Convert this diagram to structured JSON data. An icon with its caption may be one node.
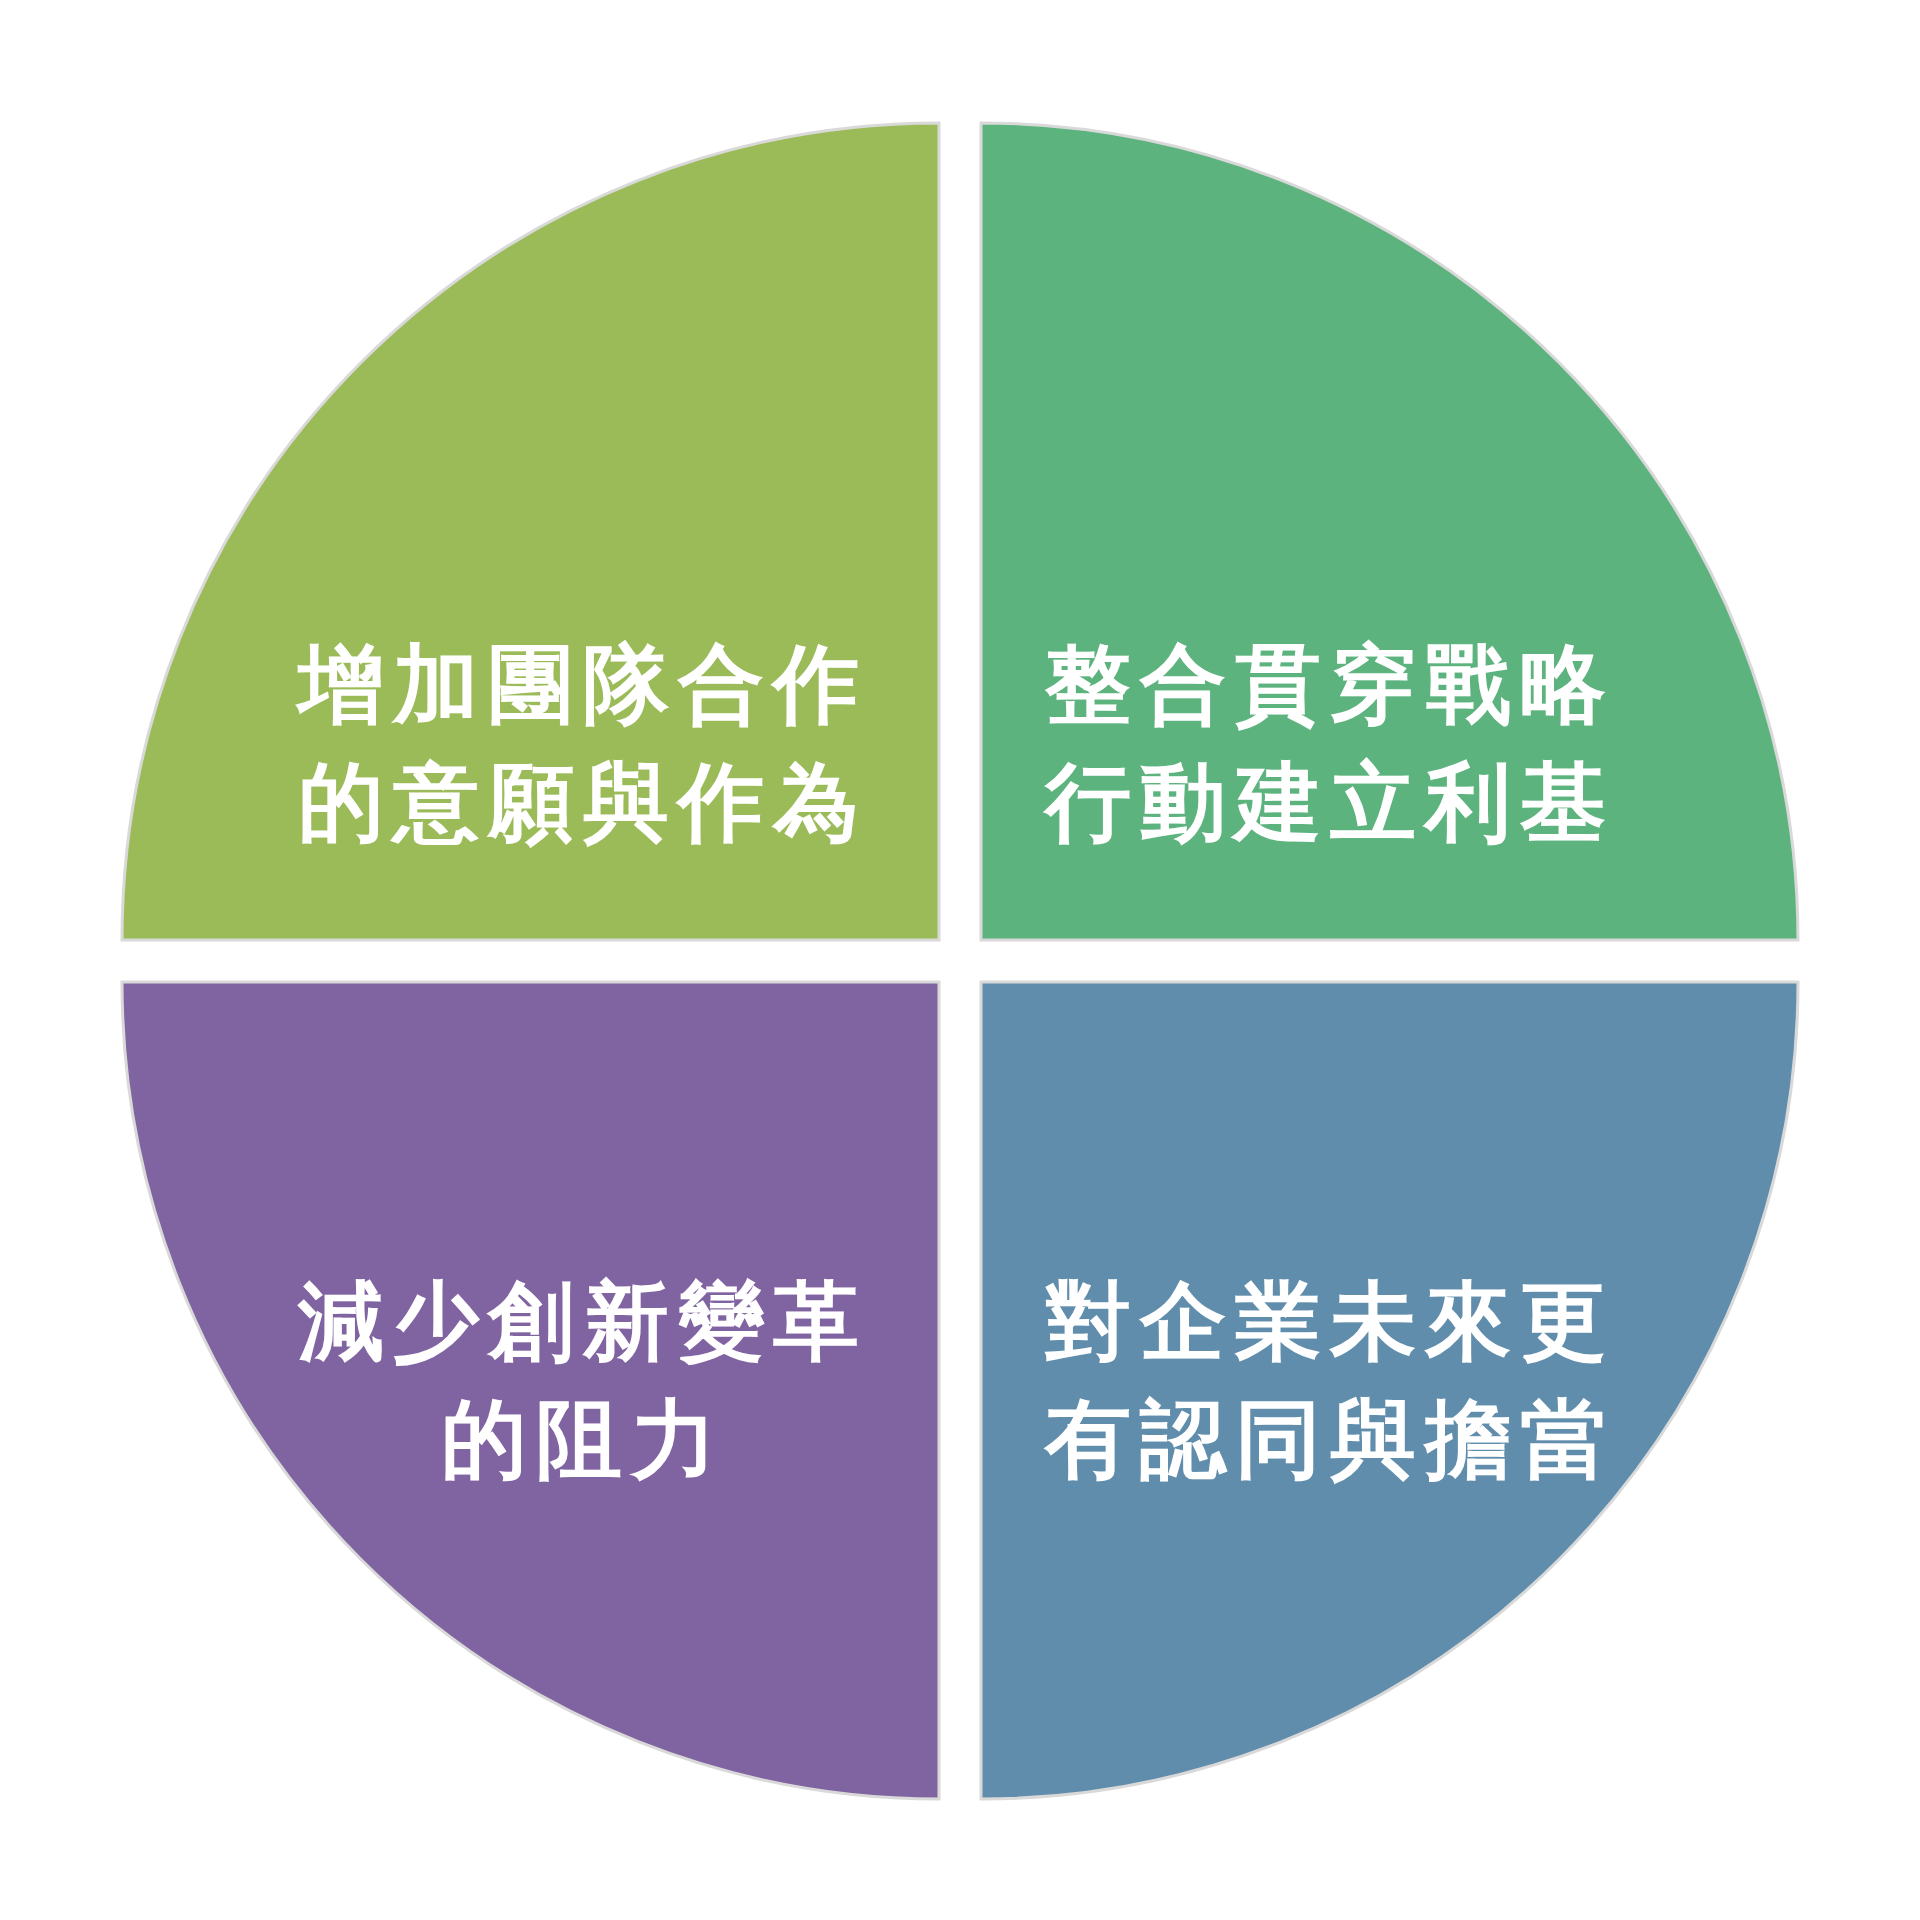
{
  "diagram": {
    "nodes": [
      {
        "text": [
          "增加團隊合作的意願與作為"
        ]
      },
      {
        "text": [
          "整合貫穿戰略行動建立利基"
        ]
      },
      {
        "text": [
          "減少創新變革的阻力"
        ]
      },
      {
        "text": [
          "對企業未來更有認同與擔當"
        ]
      }
    ]
  }
}
